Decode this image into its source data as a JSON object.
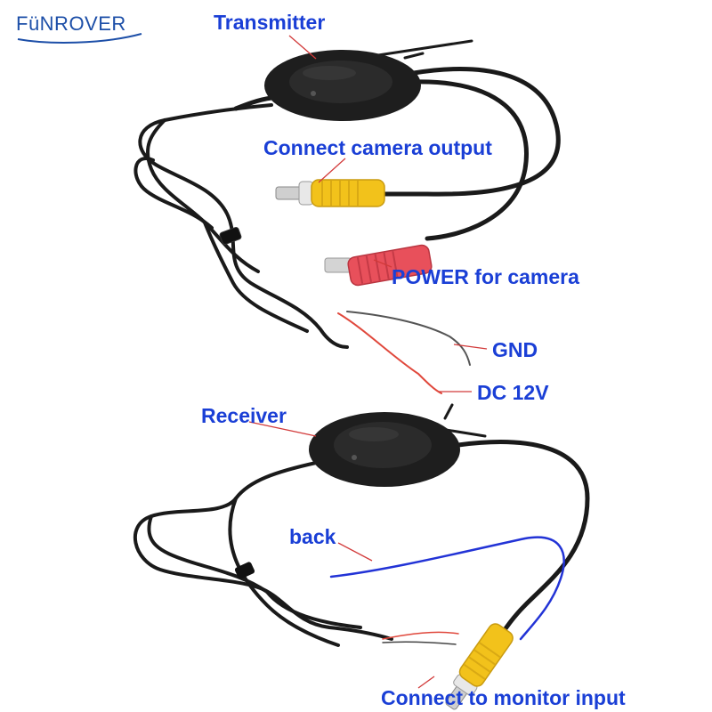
{
  "logo": {
    "text": "FüNROVER",
    "color": "#1d4fa8"
  },
  "labels": {
    "transmitter": "Transmitter",
    "camera_output": "Connect camera output",
    "power_camera": "POWER for camera",
    "gnd": "GND",
    "dc12v": "DC 12V",
    "receiver": "Receiver",
    "back": "back",
    "monitor_input": "Connect to monitor input"
  },
  "colors": {
    "label_text": "#1a3fd6",
    "leader_line": "#d23a3a",
    "cable": "#1a1a1a",
    "module_body": "#1e1e1e",
    "rca_yellow": "#f2c21b",
    "power_red": "#e8505b",
    "wire_red": "#e0483c",
    "wire_blue": "#2233d6",
    "background": "#ffffff"
  }
}
